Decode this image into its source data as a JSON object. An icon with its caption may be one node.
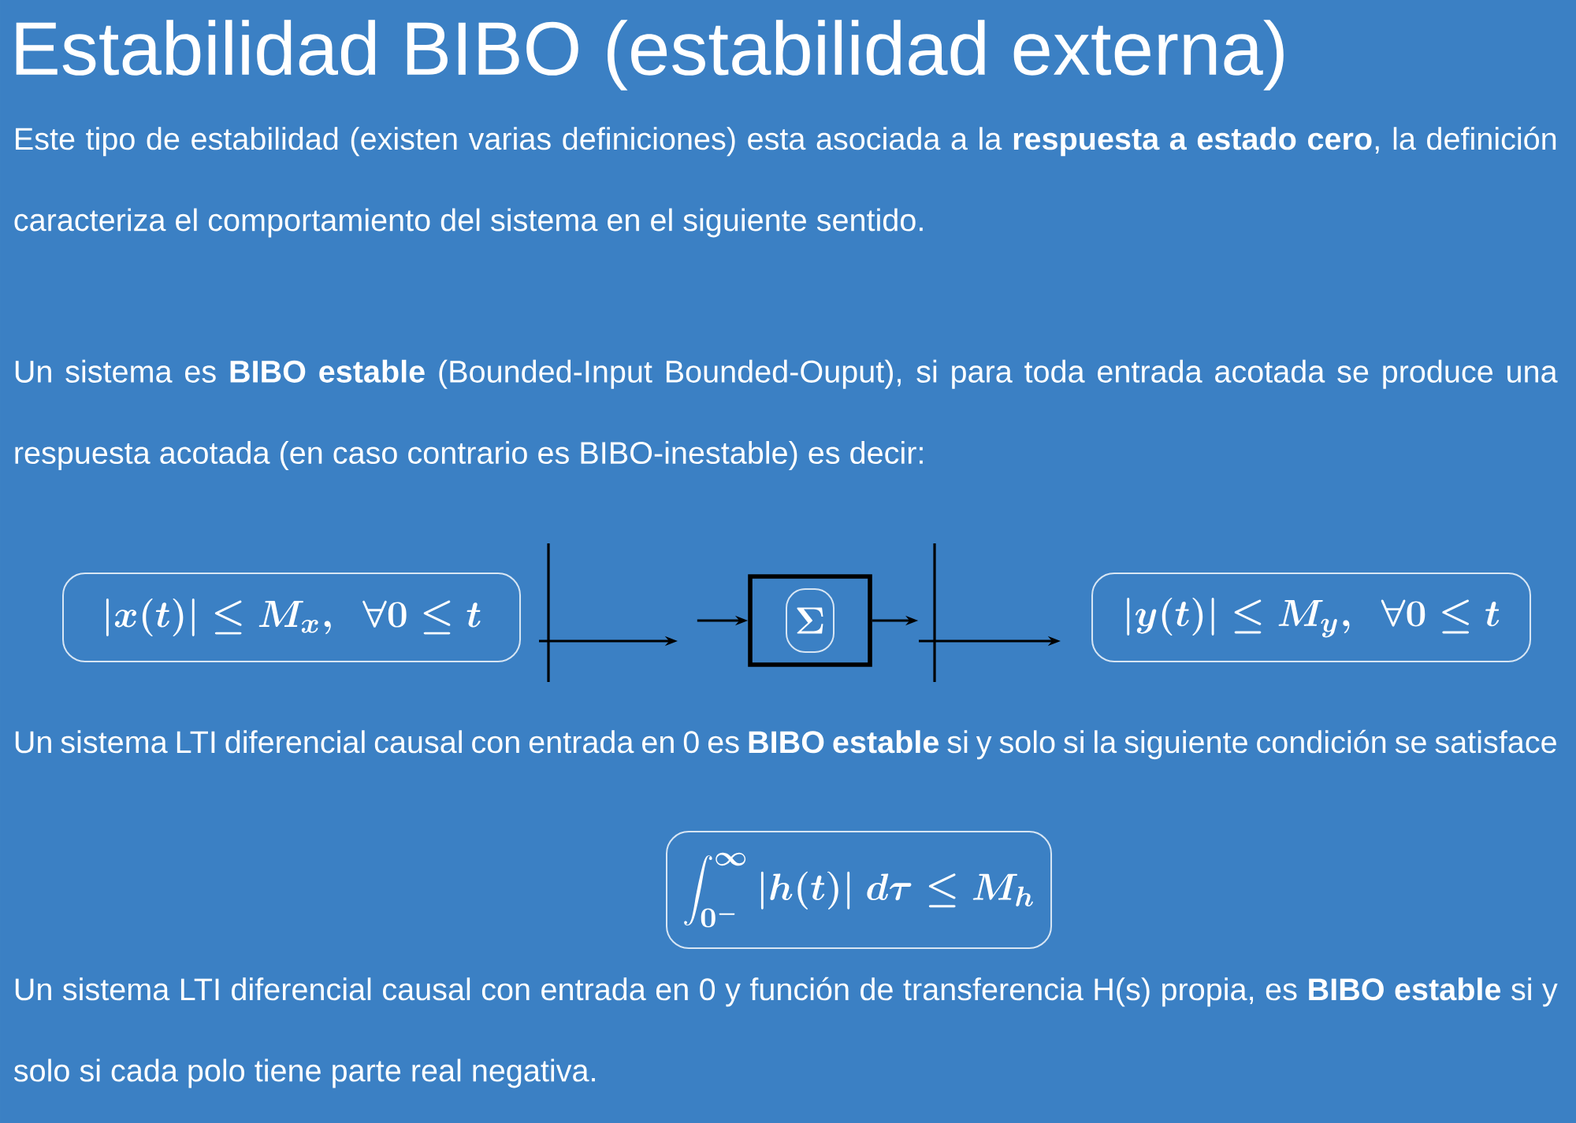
{
  "diagram": {
    "title": "Estabilidad BIBO (estabilidad externa)",
    "nodes": [
      {
        "text": [
          "|x(t)| \\leq M_x,\\ \\ \\forall 0 \\leq t"
        ]
      },
      {
        "text": [],
        "shape": "picture"
      },
      {
        "text": [
          "\\Sigma"
        ]
      },
      {
        "text": [],
        "shape": "picture"
      },
      {
        "text": [
          "|y(t)| \\leq M_y,\\ \\ \\forall 0 \\leq t"
        ]
      },
      {
        "text": [
          "\\int_{0^-}^{\\infty} |h(t)|\\ d\\tau \\leq M_h"
        ]
      }
    ],
    "edges": [
      {
        "from": 1,
        "to": 2,
        "arrow": "to"
      },
      {
        "from": 2,
        "to": 3,
        "arrow": "to"
      }
    ],
    "labels": [
      "Este tipo de estabilidad (existen varias definiciones) esta asociada a la **respuesta a estado cero**, la definición caracteriza el comportamiento del sistema en el siguiente sentido.",
      "Un sistema es **BIBO estable** (Bounded-Input Bounded-Ouput), si para toda entrada acotada se produce una respuesta acotada (en caso contrario es BIBO-inestable)  es decir:",
      "Un sistema  LTI diferencial causal con entrada en 0 es **BIBO estable** si y solo si la siguiente condición se satisface",
      "Un sistema  LTI diferencial causal con entrada en 0 y función de transferencia H(s) propia, es **BIBO estable** si y solo si cada polo tiene parte real negativa."
    ]
  }
}
